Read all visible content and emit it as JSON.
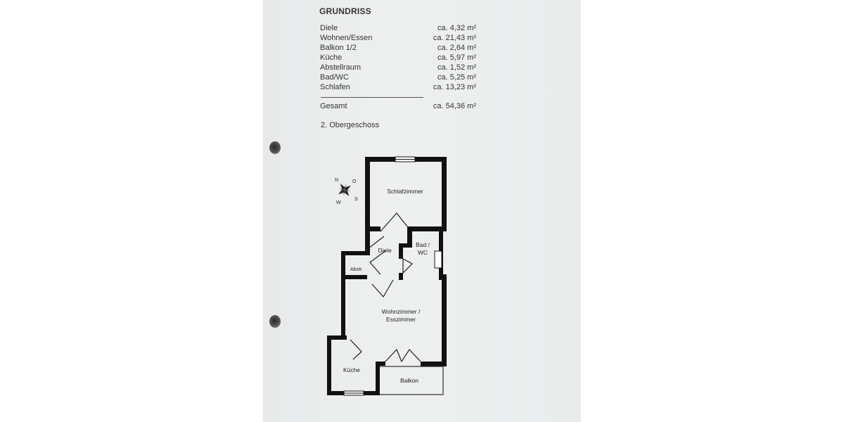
{
  "header": {
    "title": "GRUNDRISS"
  },
  "rooms": [
    {
      "name": "Diele",
      "area": "ca. 4,32 m²"
    },
    {
      "name": "Wohnen/Essen",
      "area": "ca. 21,43 m²"
    },
    {
      "name": "Balkon 1/2",
      "area": "ca. 2,64 m²"
    },
    {
      "name": "Küche",
      "area": "ca. 5,97 m²"
    },
    {
      "name": "Abstellraum",
      "area": "ca. 1,52 m²"
    },
    {
      "name": "Bad/WC",
      "area": "ca. 5,25 m²"
    },
    {
      "name": "Schlafen",
      "area": "ca. 13,23 m²"
    }
  ],
  "total": {
    "name": "Gesamt",
    "area": "ca. 54,36 m²"
  },
  "floor_label": "2. Obergeschoss",
  "compass": {
    "n": "N",
    "o": "O",
    "s": "S",
    "w": "W"
  },
  "plan_labels": {
    "schlafzimmer": "Schlafzimmer",
    "bad_line1": "Bad /",
    "bad_line2": "WC",
    "diele": "Diele",
    "abstr": "Abstr.",
    "wohn_line1": "Wohnzimmer /",
    "wohn_line2": "Esszimmer",
    "kueche": "Küche",
    "balkon": "Balkon"
  }
}
